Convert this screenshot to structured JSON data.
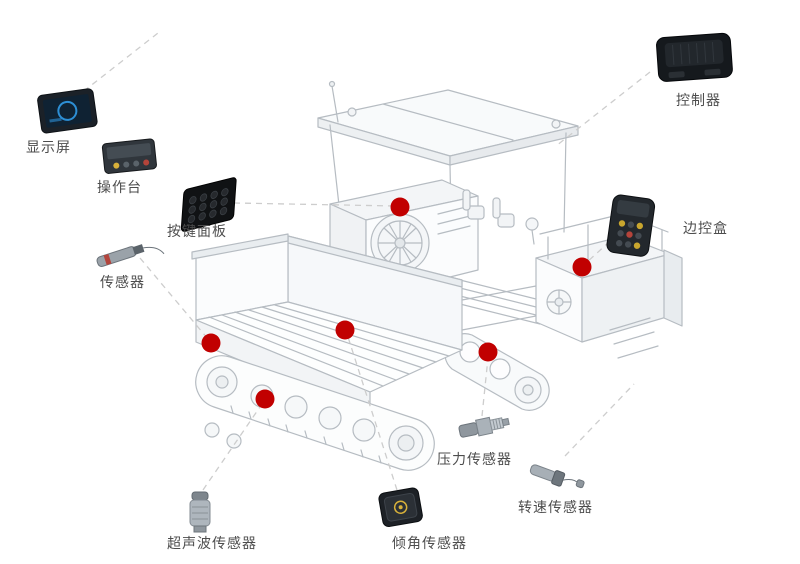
{
  "colors": {
    "marker": "#c10000",
    "connector": "#cdcdcd",
    "machine_outline": "#b6bcc2",
    "label_text": "#4d4d4d",
    "background": "#ffffff"
  },
  "components": {
    "display": {
      "label": "显示屏",
      "image": "display-screen-photo"
    },
    "console": {
      "label": "操作台",
      "image": "control-console-photo"
    },
    "keypad": {
      "label": "按键面板",
      "image": "keypad-panel-photo"
    },
    "sensor": {
      "label": "传感器",
      "image": "sensor-probe-photo"
    },
    "controller": {
      "label": "控制器",
      "image": "controller-unit-photo"
    },
    "side_control": {
      "label": "边控盒",
      "image": "side-control-box-photo"
    },
    "pressure": {
      "label": "压力传感器",
      "image": "pressure-sensor-photo"
    },
    "speed": {
      "label": "转速传感器",
      "image": "speed-sensor-photo"
    },
    "ultrasonic": {
      "label": "超声波传感器",
      "image": "ultrasonic-sensor-photo"
    },
    "tilt": {
      "label": "倾角传感器",
      "image": "tilt-sensor-photo"
    }
  }
}
